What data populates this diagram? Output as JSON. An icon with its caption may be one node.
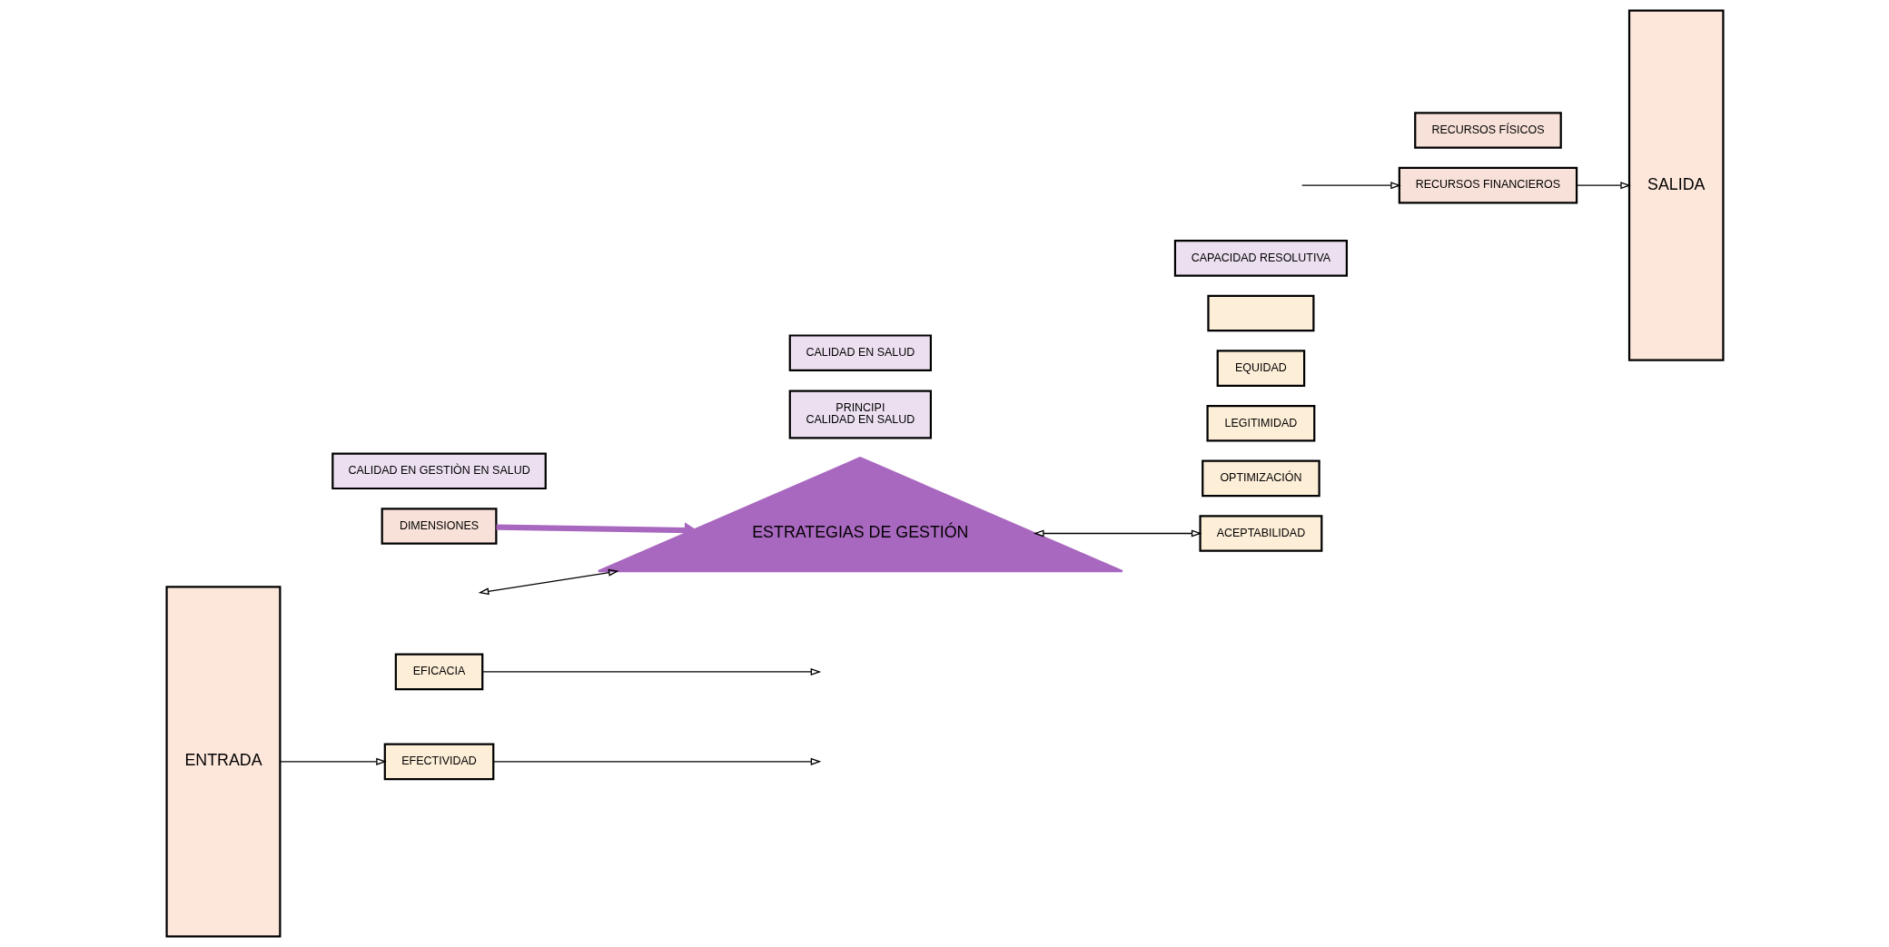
{
  "diagram": {
    "nodes": [
      {
        "text": [
          "ENTRADA"
        ]
      },
      {
        "text": [
          "EFICACIA"
        ]
      },
      {
        "text": [
          "EFECTIVIDAD"
        ]
      },
      {
        "text": [
          "ESTRATEGIAS DE GESTIÓN"
        ]
      },
      {
        "text": [
          "OPTIMIZACIÓN"
        ]
      },
      {
        "text": [
          "ACEPTABILIDAD"
        ]
      },
      {
        "text": [
          "LEGITIMIDAD"
        ]
      },
      {
        "text": [
          "EQUIDAD"
        ]
      },
      {
        "text": [],
        "shape": "box"
      },
      {
        "text": [
          "CALIDAD EN GESTIÒN EN SALUD"
        ]
      },
      {
        "text": [
          "DIMENSIONES"
        ]
      },
      {
        "text": [
          "PRINCIPI",
          "CALIDAD EN SALUD"
        ]
      },
      {
        "text": [
          "CALIDAD EN SALUD"
        ]
      },
      {
        "text": [
          "CAPACIDAD RESOLUTIVA"
        ]
      },
      {
        "text": [
          "RECURSOS FINANCIEROS"
        ]
      },
      {
        "text": [
          "RECURSOS FÍSICOS"
        ]
      },
      {
        "text": [
          "SALIDA"
        ]
      }
    ],
    "edges": [
      {
        "from": 0,
        "to": 2,
        "arrow": "to"
      },
      {
        "from": 1,
        "to": null,
        "arrow": "to"
      },
      {
        "from": 2,
        "to": null,
        "arrow": "to"
      },
      {
        "from": null,
        "to": 3,
        "arrow": "both"
      },
      {
        "from": 3,
        "to": 5,
        "arrow": "both"
      },
      {
        "from": 10,
        "to": 3,
        "arrow": "to",
        "style": "thick",
        "color": "#a968bf"
      },
      {
        "from": null,
        "to": 14,
        "arrow": "to"
      },
      {
        "from": 14,
        "to": 16,
        "arrow": "to"
      }
    ]
  }
}
